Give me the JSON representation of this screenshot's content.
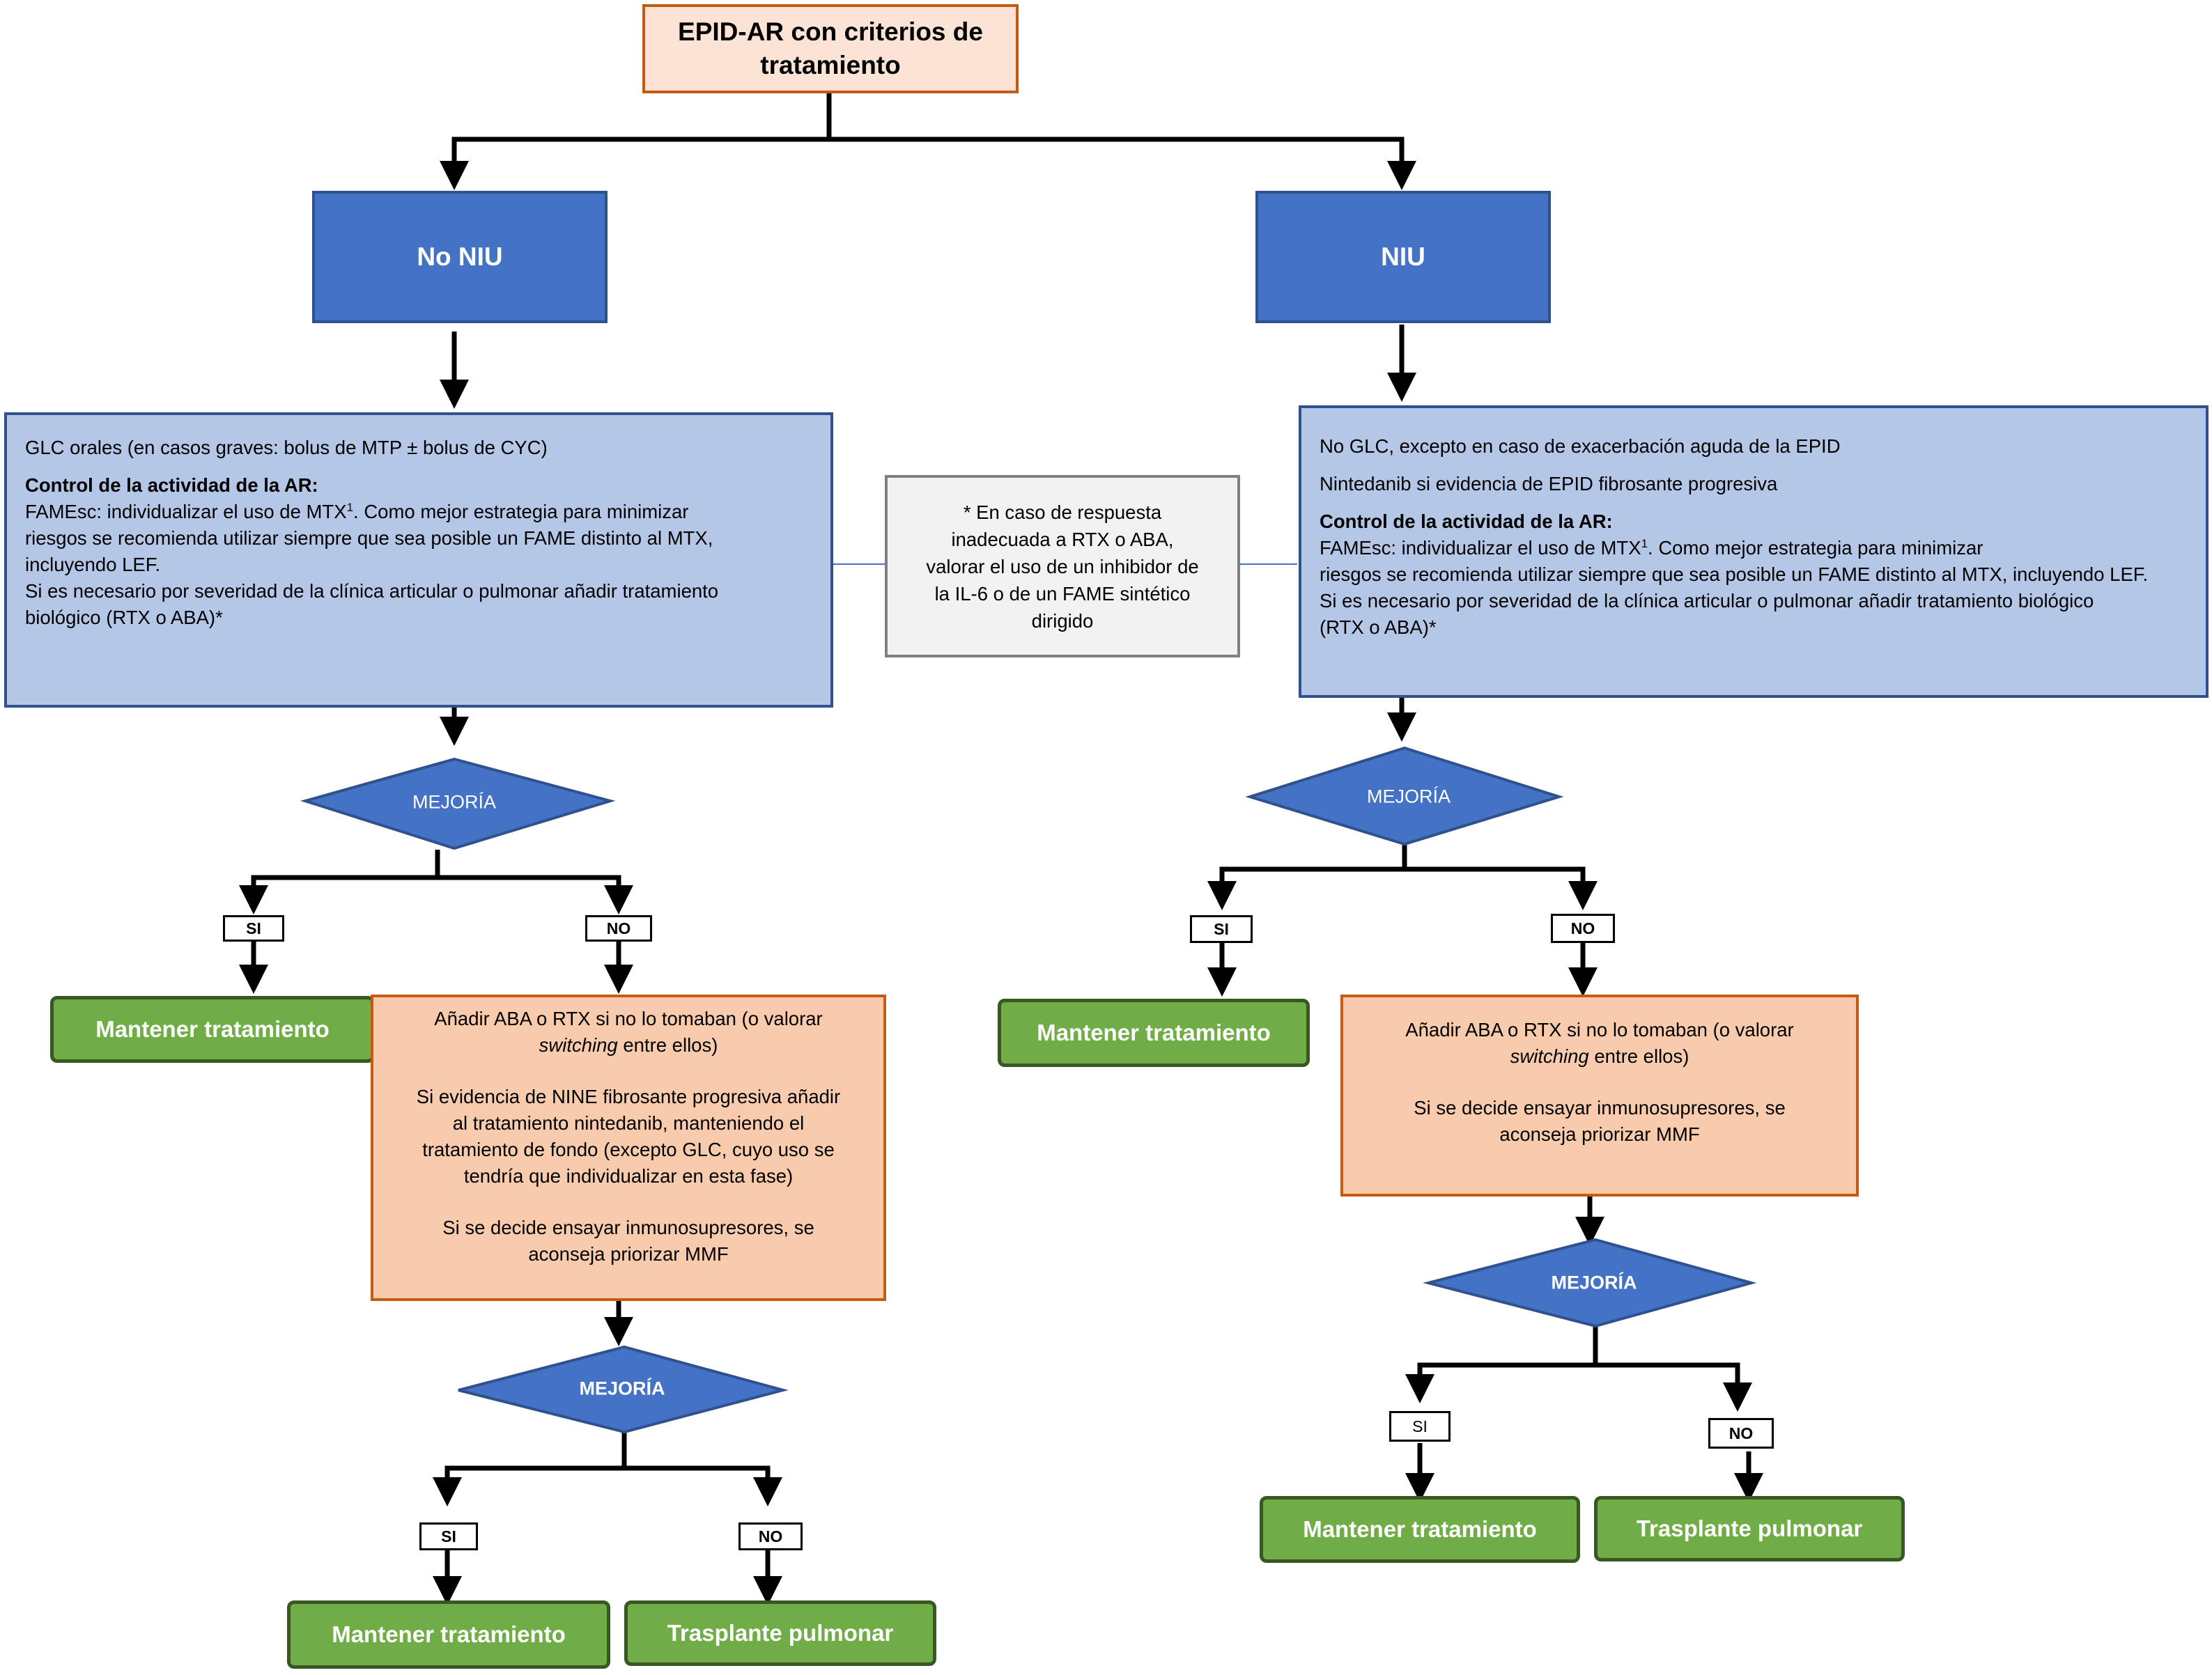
{
  "title": {
    "line1": "EPID-AR con criterios de",
    "line2": "tratamiento"
  },
  "left": {
    "header": "No NIU",
    "treatment": {
      "line1": "GLC orales (en casos graves: bolus de MTP ± bolus de CYC)",
      "control_heading": "Control de la actividad de la AR:",
      "fame_a": "FAMEsc:   individualizar el uso de  MTX",
      "sup": "1",
      "fame_b": ".  Como mejor estrategia para minimizar",
      "line3": "riesgos se recomienda utilizar siempre que sea posible un FAME distinto al MTX,",
      "line4": "incluyendo LEF.",
      "line5": "Si es necesario por severidad de la clínica articular o pulmonar añadir tratamiento",
      "line6": "biológico (RTX o ABA)*"
    },
    "decision1": "MEJORÍA",
    "yes1": "SI",
    "no1": "NO",
    "maintain1": "Mantener tratamiento",
    "escalation": {
      "p1a": "Añadir ABA o RTX si no lo tomaban (o valorar",
      "p1b_em": "switching",
      "p1b_rest": " entre ellos)",
      "p2a": "Si evidencia de NINE fibrosante progresiva añadir",
      "p2b": "al tratamiento nintedanib, manteniendo  el",
      "p2c": "tratamiento de fondo (excepto GLC, cuyo uso se",
      "p2d": "tendría que individualizar en esta fase)",
      "p3a": "Si se decide ensayar  inmunosupresores, se",
      "p3b": "aconseja priorizar MMF"
    },
    "decision2": "MEJORÍA",
    "yes2": "SI",
    "no2": "NO",
    "maintain2": "Mantener tratamiento",
    "transplant": "Trasplante pulmonar"
  },
  "note": {
    "line1": "* En caso de respuesta",
    "line2": "inadecuada a RTX o ABA,",
    "line3": "valorar el uso de un inhibidor de",
    "line4": "la IL-6 o de un FAME sintético",
    "line5": "dirigido"
  },
  "right": {
    "header": "NIU",
    "treatment": {
      "line1": "No GLC,  excepto  en caso de exacerbación aguda de la EPID",
      "line2": "Nintedanib si evidencia de EPID fibrosante progresiva",
      "control_heading": "Control de la actividad de la AR:",
      "fame_a": "FAMEsc:   individualizar el uso de  MTX",
      "sup": "1",
      "fame_b": ".  Como mejor estrategia para minimizar",
      "line4": "riesgos se recomienda utilizar siempre que sea posible un FAME distinto al MTX, incluyendo LEF.",
      "line5": "Si es necesario por severidad de la clínica articular o pulmonar añadir tratamiento biológico",
      "line6": "(RTX o ABA)*"
    },
    "decision1": "MEJORÍA",
    "yes1": "SI",
    "no1": "NO",
    "maintain1": "Mantener tratamiento",
    "escalation": {
      "p1a": "Añadir ABA o RTX si no lo tomaban (o valorar",
      "p1b_em": "switching",
      "p1b_rest": " entre ellos)",
      "p2a": "Si se decide ensayar  inmunosupresores, se",
      "p2b": "aconseja priorizar MMF"
    },
    "decision2": "MEJORÍA",
    "yes2": "SI",
    "no2": "NO",
    "maintain2": "Mantener tratamiento",
    "transplant": "Trasplante pulmonar"
  },
  "colors": {
    "blue": "#4472c4",
    "light_blue": "#b4c7e7",
    "orange": "#f8cbad",
    "title_fill": "#fbe3d6",
    "green": "#70ad47",
    "note_fill": "#f2f2f2"
  }
}
